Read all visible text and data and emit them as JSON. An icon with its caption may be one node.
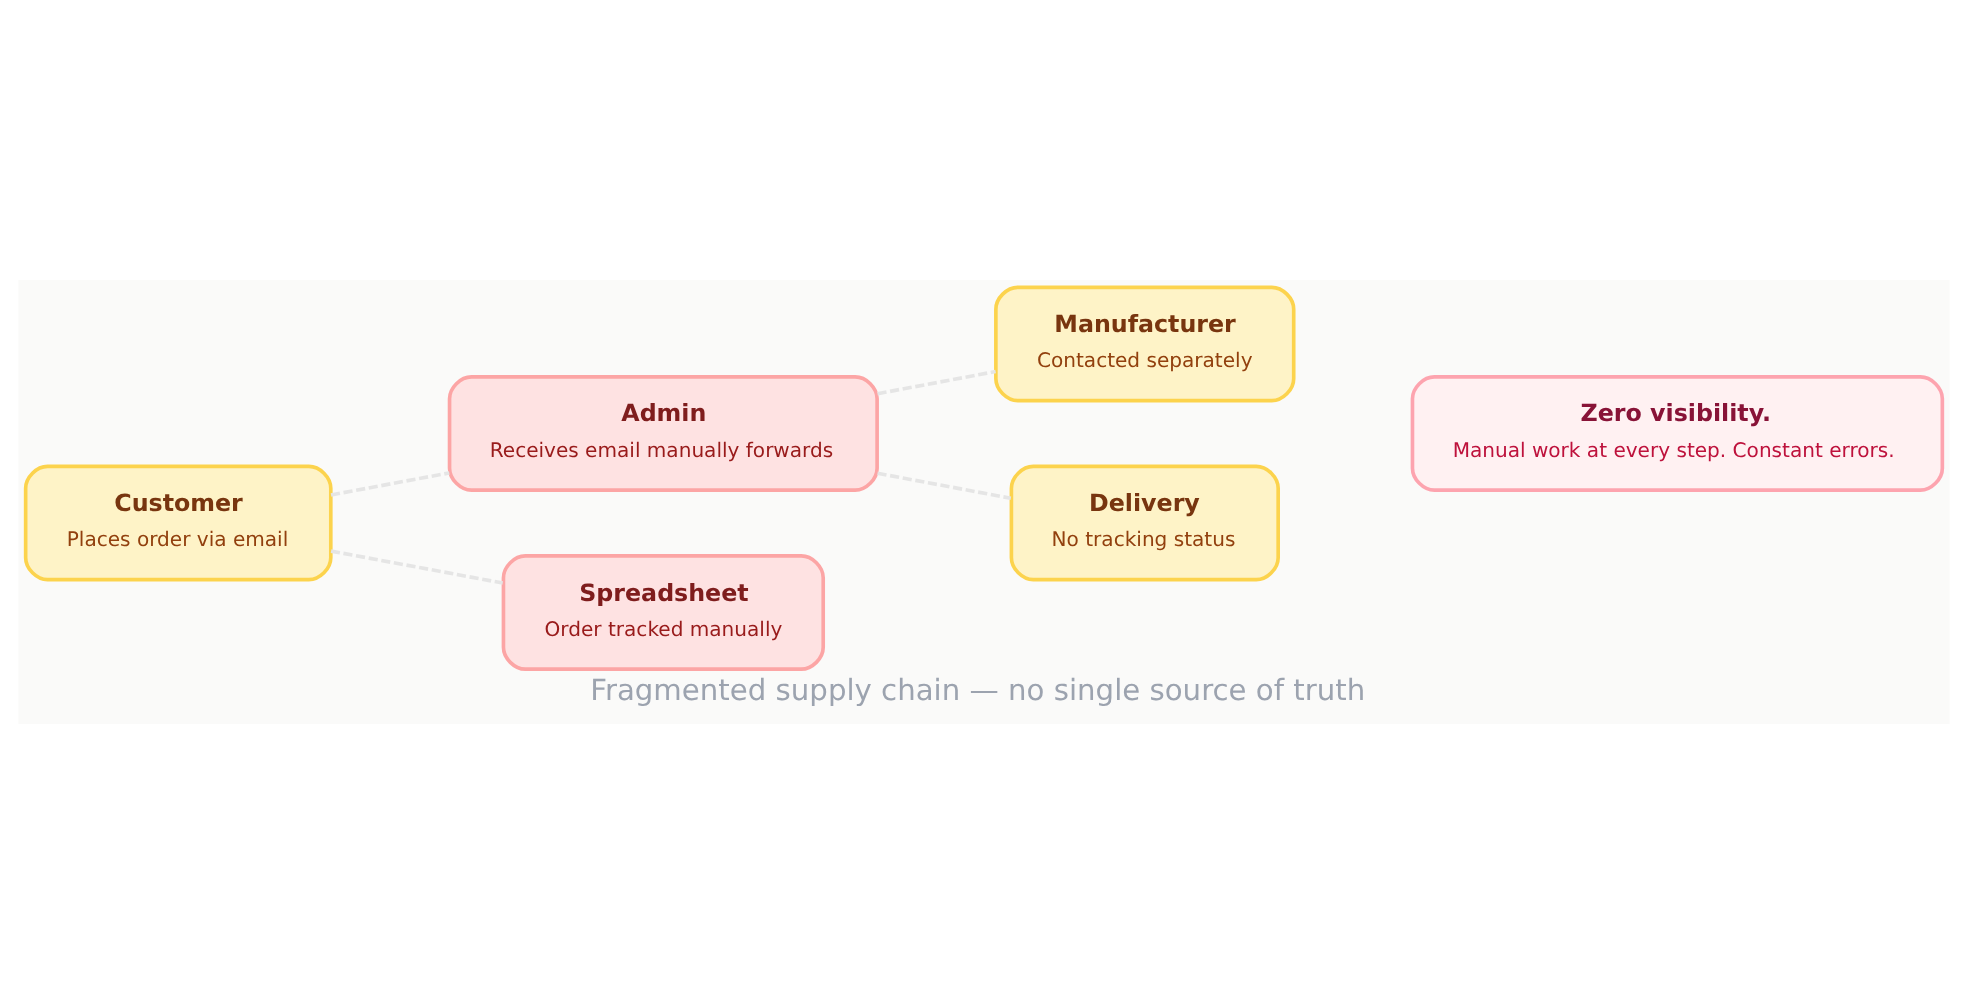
{
  "diagram": {
    "caption": "Fragmented supply chain — no single source of truth",
    "nodes": [
      {
        "text": [
          "Customer",
          "Places order via email"
        ]
      },
      {
        "text": [
          "Admin",
          "Receives email manually forwards"
        ]
      },
      {
        "text": [
          "Spreadsheet",
          "Order tracked manually"
        ]
      },
      {
        "text": [
          "Manufacturer",
          "Contacted separately"
        ]
      },
      {
        "text": [
          "Delivery",
          "No tracking status"
        ]
      },
      {
        "text": [
          "Zero visibility.",
          "Manual work at every step. Constant errors."
        ]
      }
    ],
    "edges": [
      {
        "from": 0,
        "to": 1,
        "arrow": "none",
        "style": "dashed"
      },
      {
        "from": 0,
        "to": 2,
        "arrow": "none",
        "style": "dashed"
      },
      {
        "from": 1,
        "to": 3,
        "arrow": "none",
        "style": "dashed"
      },
      {
        "from": 1,
        "to": 4,
        "arrow": "none",
        "style": "dashed"
      }
    ]
  }
}
